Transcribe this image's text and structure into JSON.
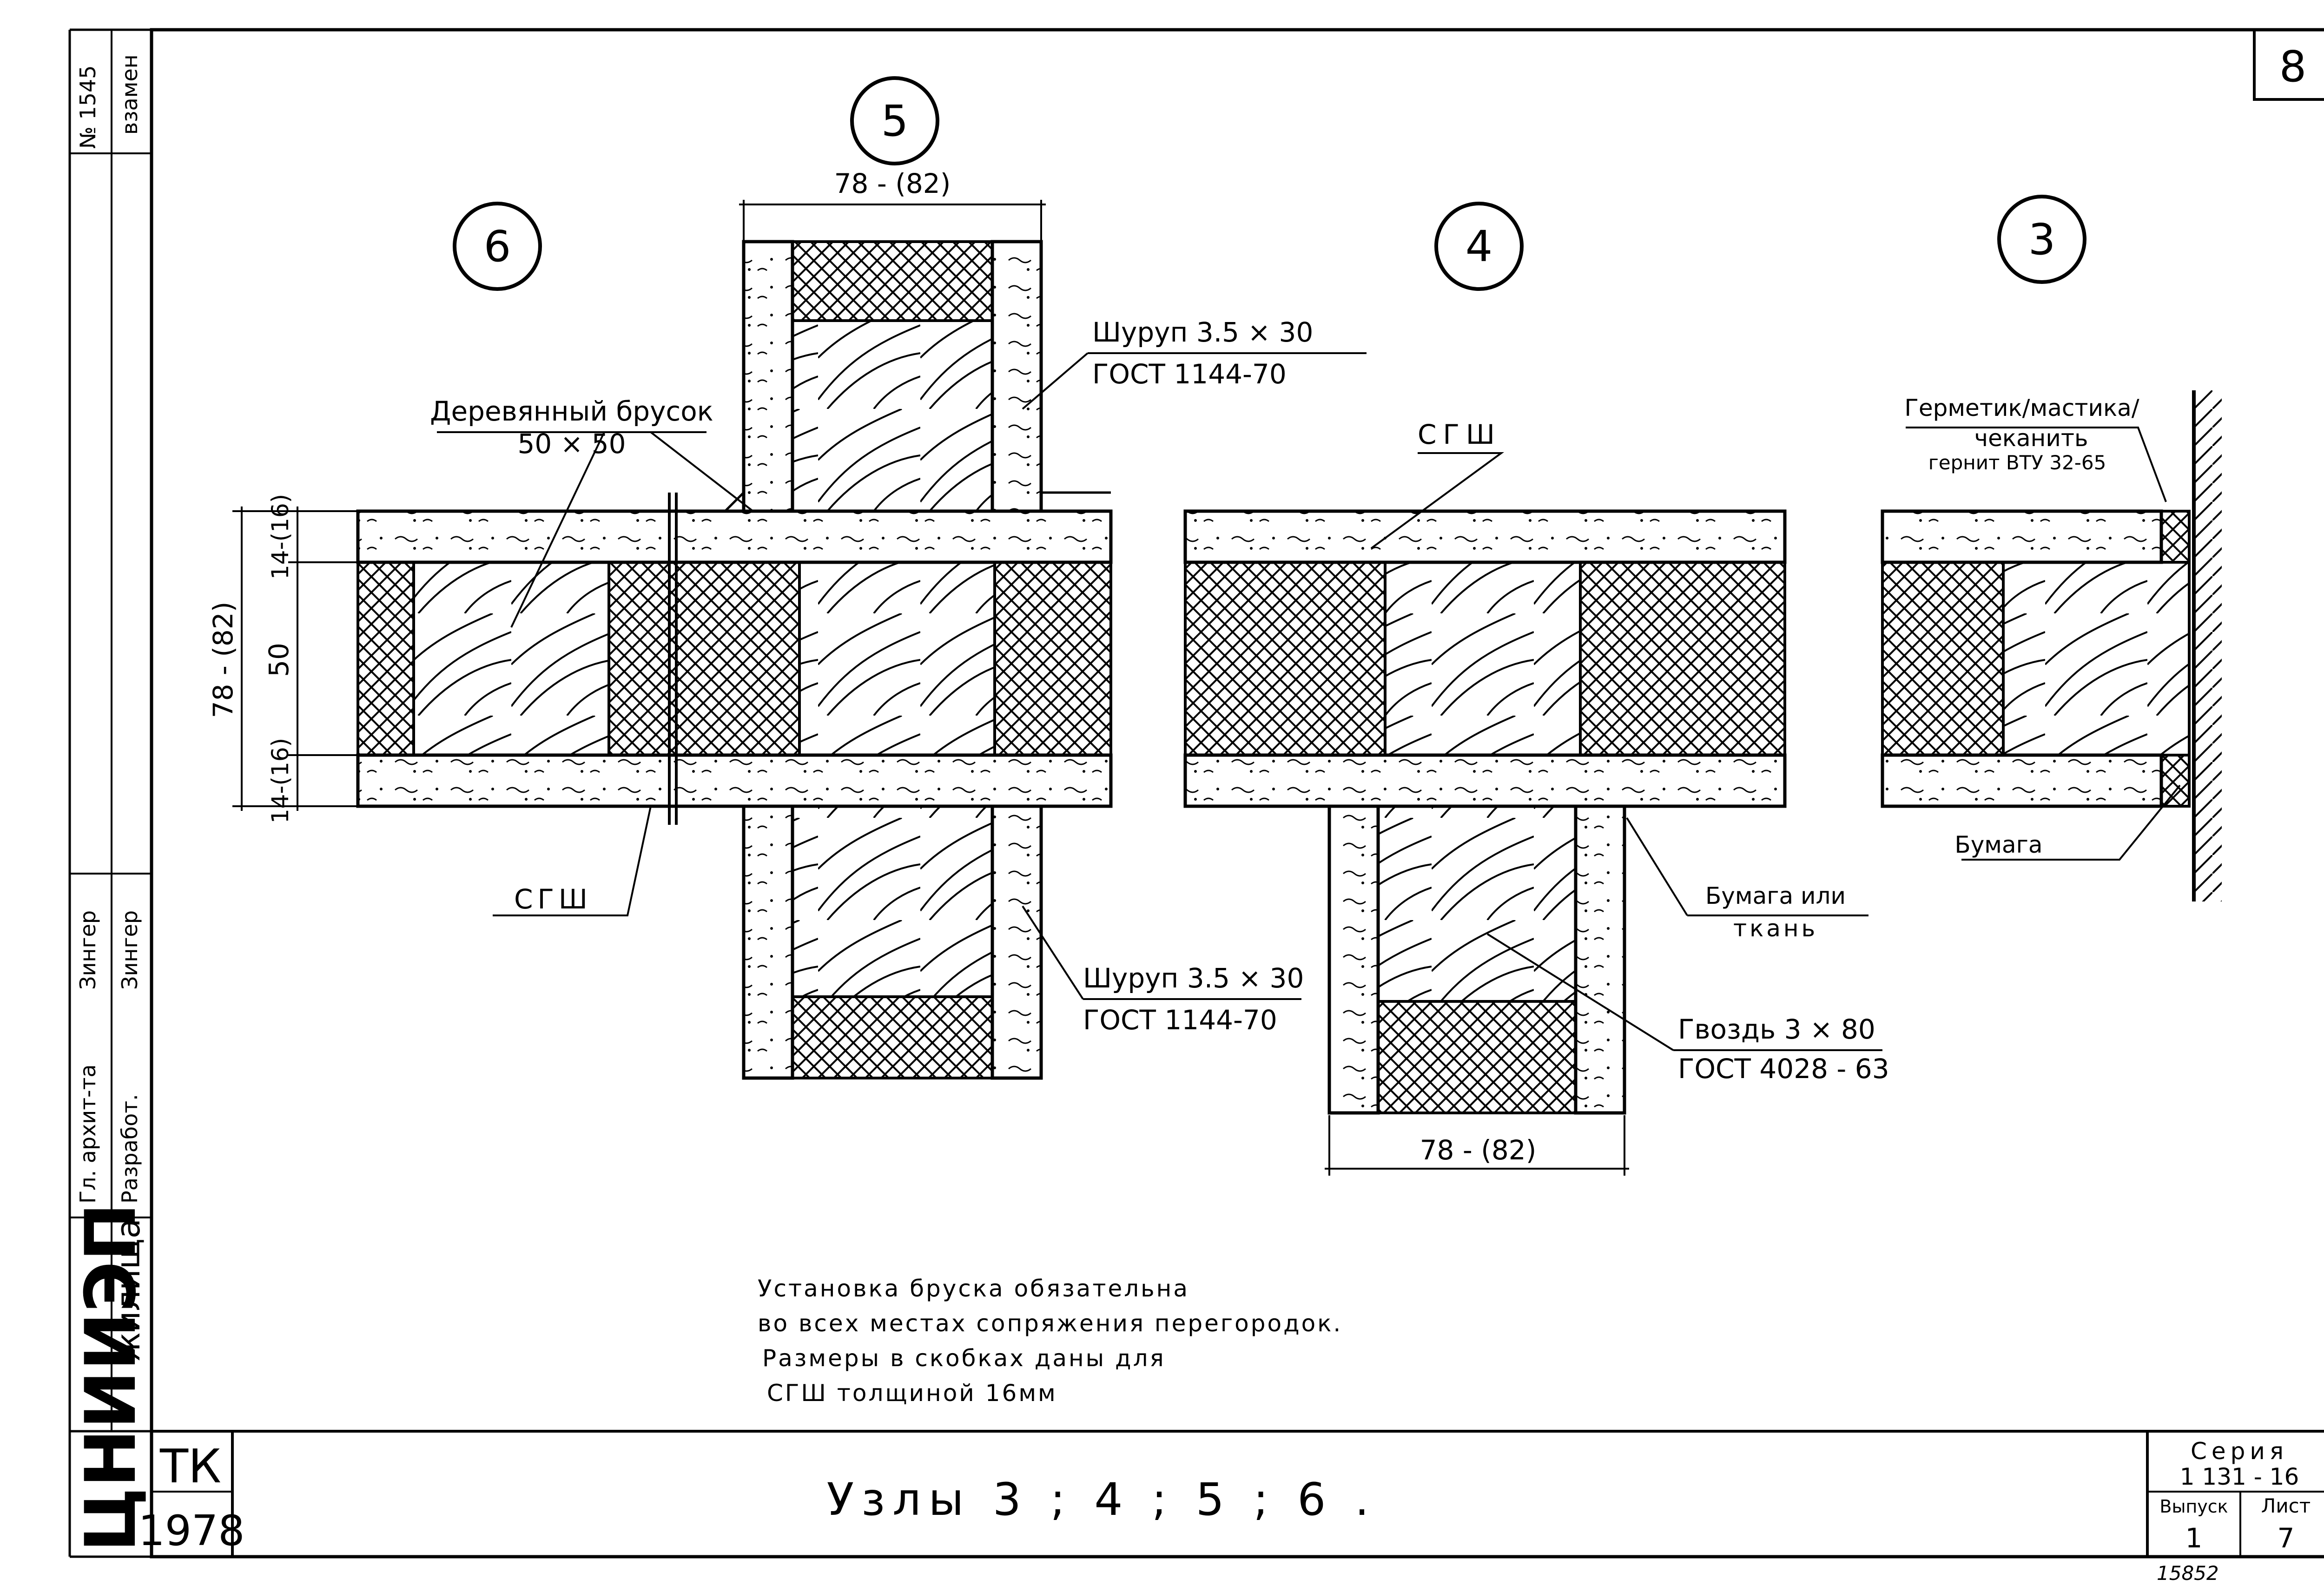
{
  "sheet_number_top": "8",
  "nodes": {
    "n5": "5",
    "n6": "6",
    "n4": "4",
    "n3": "3"
  },
  "dimensions": {
    "top_width": "78 - (82)",
    "bottom_width": "78 - (82)",
    "left_total": "78 - (82)",
    "left_core": "50",
    "left_top_layer": "14-(16)",
    "left_bottom_layer": "14-(16)"
  },
  "labels": {
    "screw_top_line1": "Шуруп 3.5 × 30",
    "screw_top_line2": "ГОСТ 1144-70",
    "screw_bottom_line1": "Шуруп 3.5 × 30",
    "screw_bottom_line2": "ГОСТ 1144-70",
    "wood_bar_line1": "Деревянный брусок",
    "wood_bar_line2": "50 × 50",
    "sgsh_left": "СГШ",
    "sgsh_mid": "СГШ",
    "paper_or_cloth_line1": "Бумага или",
    "paper_or_cloth_line2": "ткань",
    "nail_line1": "Гвоздь 3 × 80",
    "nail_line2": "ГОСТ 4028 - 63",
    "sealant_line1": "Герметик/мастика/",
    "sealant_line2": "чеканить",
    "sealant_line3": "гернит ВТУ 32-65",
    "paper": "Бумага"
  },
  "note": [
    "Установка бруска обязательна",
    "во всех местах сопряжения перегородок.",
    "Размеры в скобках даны для",
    "СГШ толщиной 16мм"
  ],
  "title_block": {
    "org": "ЦНИИЭП",
    "org_sub": "жилища",
    "tk": "ТК",
    "year": "1978",
    "title": "Узлы 3 ; 4 ; 5 ; 6 .",
    "series_label": "Серия",
    "series_value": "1 131 - 16",
    "issue_label": "Выпуск",
    "sheet_label": "Лист",
    "issue_value": "1",
    "sheet_value": "7",
    "archive_number": "15852"
  },
  "side_stamp": {
    "replaces": "взамен",
    "replaces_number": "№ 1545",
    "role_chief_architect": "Гл. архит-та",
    "role_developed": "Разработ.",
    "name_1": "Зингер",
    "name_2": "Зингер"
  }
}
